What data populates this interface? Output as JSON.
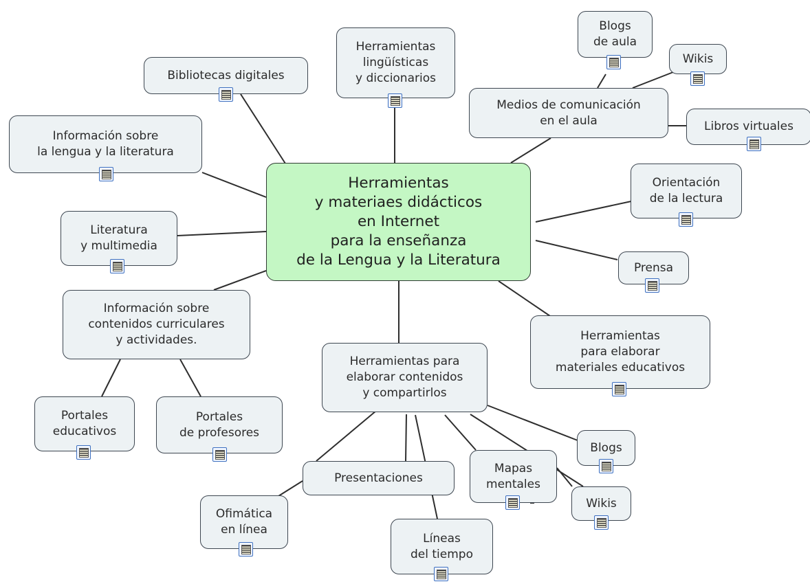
{
  "map": {
    "central": "Herramientas\ny materiaes didácticos\nen Internet\npara la enseñanza\nde la Lengua y la Literatura",
    "nodes": {
      "bibliotecas": "Bibliotecas digitales",
      "herramientas_linguisticas": "Herramientas\nlingüísticas\ny diccionarios",
      "blogs_aula": "Blogs\nde aula",
      "wikis_top": "Wikis",
      "medios": "Medios de comunicación\nen el aula",
      "libros": "Libros virtuales",
      "info_lengua": "Información sobre\nla lengua y la literatura",
      "orientacion": "Orientación\nde la lectura",
      "literatura": "Literatura\ny multimedia",
      "prensa": "Prensa",
      "info_contenidos": "Información sobre\ncontenidos curriculares\ny actividades.",
      "herr_elaborar_mat": "Herramientas\npara elaborar\nmateriales educativos",
      "herr_compartir": "Herramientas para\nelaborar contenidos\ny compartirlos",
      "portales_edu": "Portales\neducativos",
      "portales_prof": "Portales\nde profesores",
      "blogs": "Blogs",
      "mapas": "Mapas\nmentales",
      "presentaciones": "Presentaciones",
      "wikis_bottom": "Wikis",
      "ofimatica": "Ofimática\nen línea",
      "lineas": "Líneas\ndel tiempo"
    },
    "resource_icon": "document-link-icon"
  }
}
